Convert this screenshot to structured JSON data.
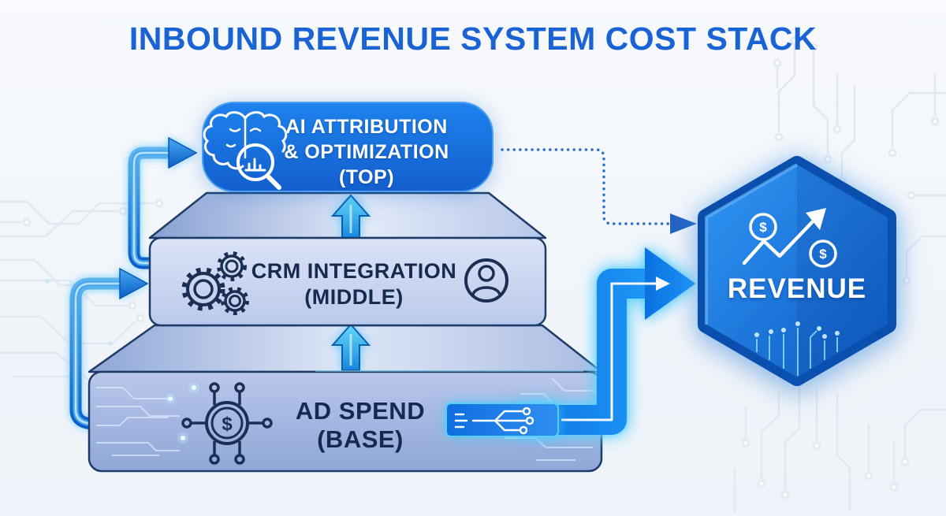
{
  "title": "INBOUND REVENUE SYSTEM COST STACK",
  "tiers": {
    "top": {
      "line1": "AI ATTRIBUTION",
      "line2": "& OPTIMIZATION",
      "line3": "(TOP)",
      "icon": "brain-analytics-icon"
    },
    "middle": {
      "line1": "CRM INTEGRATION",
      "line2": "(MIDDLE)",
      "icon_left": "gears-icon",
      "icon_right": "user-icon"
    },
    "base": {
      "line1": "AD SPEND",
      "line2": "(BASE)",
      "icon": "dollar-network-icon"
    }
  },
  "revenue_badge": {
    "label": "REVENUE",
    "icon": "growth-trend-icon",
    "dollar_glyph": "$"
  },
  "connectors": {
    "middle_to_top": "elbow-arrow",
    "base_to_middle": "elbow-arrow",
    "top_to_revenue": "dotted-arrow",
    "base_to_revenue": "glow-arrow",
    "tier_up_arrows": "up-arrow"
  },
  "colors": {
    "title": "#1a63d4",
    "tier_top_fill": "#1873e2",
    "tier_mid_face": "#c9d5f0",
    "tier_base_face": "#a4b7e2",
    "hexagon": "#1470dd",
    "arrow_glow": "#45ccff",
    "dotted_arrow": "#2e6fce",
    "text_dark": "#152a4e",
    "text_light": "#ffffff",
    "background": "#f3f6fa"
  }
}
